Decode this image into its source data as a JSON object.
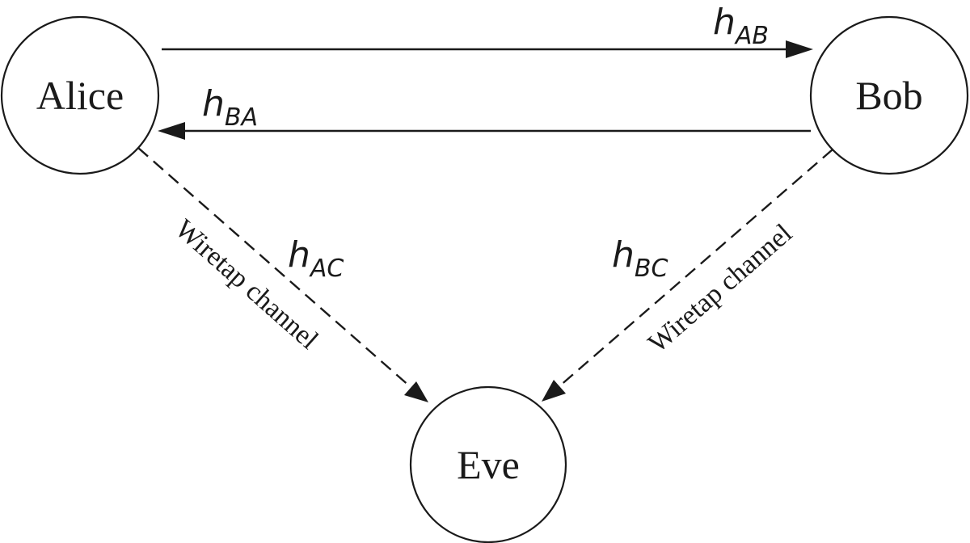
{
  "nodes": {
    "alice": "Alice",
    "bob": "Bob",
    "eve": "Eve"
  },
  "channels": {
    "ab": {
      "main": "h",
      "sub": "AB"
    },
    "ba": {
      "main": "h",
      "sub": "BA"
    },
    "ac": {
      "main": "h",
      "sub": "AC"
    },
    "bc": {
      "main": "h",
      "sub": "BC"
    }
  },
  "wiretap": {
    "left": "Wiretap channel",
    "right": "Wiretap channel"
  }
}
